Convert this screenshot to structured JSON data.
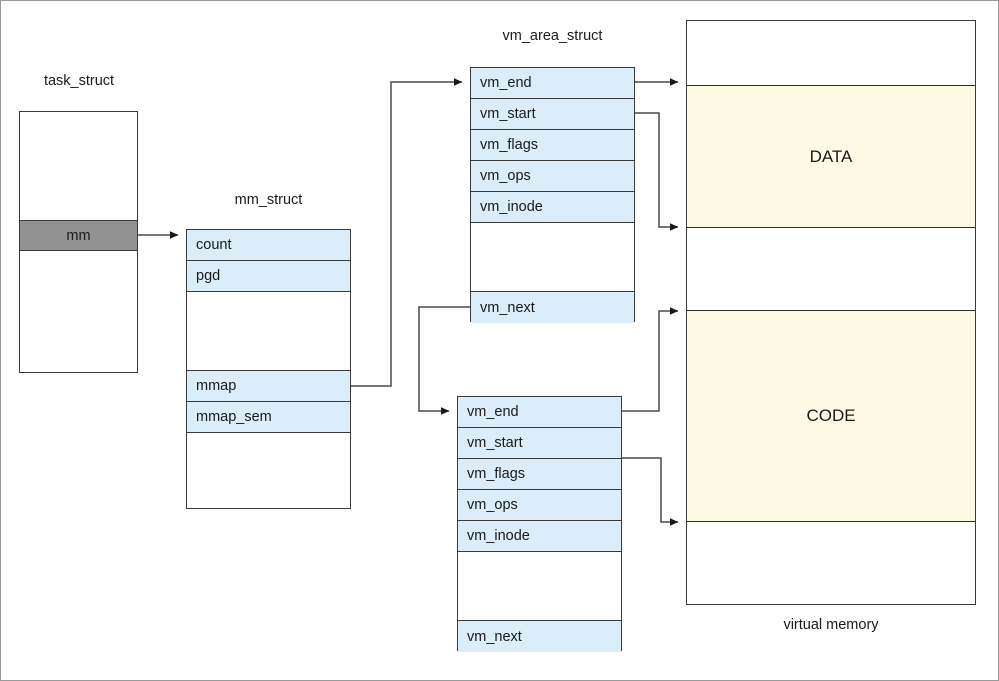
{
  "diagram": {
    "title_task": "task_struct",
    "title_mm": "mm_struct",
    "title_vma": "vm_area_struct",
    "title_vmem": "virtual memory",
    "colors": {
      "field_fill": "#dbedf9",
      "mm_highlight": "#929292",
      "memory_region": "#fdfae3",
      "stroke": "#3a3a3a",
      "page_border": "#9a9a9a",
      "background": "#ffffff"
    }
  },
  "task_struct": {
    "label": "task_struct",
    "rows": [
      {
        "label": "",
        "kind": "blank"
      },
      {
        "label": "mm",
        "kind": "highlight"
      },
      {
        "label": "",
        "kind": "blank"
      }
    ]
  },
  "mm_struct": {
    "label": "mm_struct",
    "rows": [
      {
        "label": "count",
        "kind": "field"
      },
      {
        "label": "pgd",
        "kind": "field"
      },
      {
        "label": "",
        "kind": "blank"
      },
      {
        "label": "mmap",
        "kind": "field"
      },
      {
        "label": "mmap_sem",
        "kind": "field"
      },
      {
        "label": "",
        "kind": "blank"
      }
    ]
  },
  "vma_first": {
    "label": "vm_area_struct",
    "rows": [
      {
        "label": "vm_end",
        "kind": "field"
      },
      {
        "label": "vm_start",
        "kind": "field"
      },
      {
        "label": "vm_flags",
        "kind": "field"
      },
      {
        "label": "vm_ops",
        "kind": "field"
      },
      {
        "label": "vm_inode",
        "kind": "field"
      },
      {
        "label": "",
        "kind": "blank"
      },
      {
        "label": "vm_next",
        "kind": "field"
      }
    ]
  },
  "vma_second": {
    "label": "",
    "rows": [
      {
        "label": "vm_end",
        "kind": "field"
      },
      {
        "label": "vm_start",
        "kind": "field"
      },
      {
        "label": "vm_flags",
        "kind": "field"
      },
      {
        "label": "vm_ops",
        "kind": "field"
      },
      {
        "label": "vm_inode",
        "kind": "field"
      },
      {
        "label": "",
        "kind": "blank"
      },
      {
        "label": "vm_next",
        "kind": "field"
      }
    ]
  },
  "virtual_memory": {
    "label": "virtual memory",
    "regions": [
      {
        "label": "",
        "kind": "empty"
      },
      {
        "label": "DATA",
        "kind": "mapped"
      },
      {
        "label": "",
        "kind": "empty"
      },
      {
        "label": "CODE",
        "kind": "mapped"
      },
      {
        "label": "",
        "kind": "empty"
      }
    ]
  },
  "connections": [
    {
      "name": "mm-to-mm_struct",
      "from": "task_struct.mm",
      "to": "mm_struct"
    },
    {
      "name": "mmap-to-vma1",
      "from": "mm_struct.mmap",
      "to": "vma_first.vm_end"
    },
    {
      "name": "vma1-vm_next-to-vma2",
      "from": "vma_first.vm_next",
      "to": "vma_second.vm_end"
    },
    {
      "name": "vma1-vm_end-to-data-top",
      "from": "vma_first.vm_end",
      "to": "virtual_memory.DATA.top"
    },
    {
      "name": "vma1-vm_start-to-data-bottom",
      "from": "vma_first.vm_start",
      "to": "virtual_memory.DATA.bottom"
    },
    {
      "name": "vma2-vm_end-to-code-top",
      "from": "vma_second.vm_end",
      "to": "virtual_memory.CODE.top"
    },
    {
      "name": "vma2-vm_start-to-code-bottom",
      "from": "vma_second.vm_start",
      "to": "virtual_memory.CODE.bottom"
    }
  ]
}
